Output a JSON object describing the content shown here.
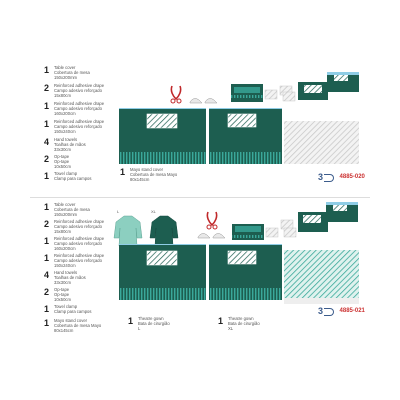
{
  "top": {
    "items": [
      {
        "qty": "1",
        "lines": [
          "Table cover",
          "Cobertura de mesa",
          "150x200mm"
        ]
      },
      {
        "qty": "2",
        "lines": [
          "Reinforced adhesive drape",
          "Campo adesivo reforçado",
          "15x80cm"
        ]
      },
      {
        "qty": "1",
        "lines": [
          "Reinforced adhesive drape",
          "Campo adesivo reforçado",
          "160x200cm"
        ]
      },
      {
        "qty": "1",
        "lines": [
          "Reinforced adhesive drape",
          "Campo adesivo reforçado",
          "150x240cm"
        ]
      },
      {
        "qty": "4",
        "lines": [
          "Hand towels",
          "Toalhas de mãos",
          "33x30cm"
        ]
      },
      {
        "qty": "2",
        "lines": [
          "Op-tape",
          "Op-tape",
          "10x50cm"
        ]
      },
      {
        "qty": "1",
        "lines": [
          "Towel clamp",
          "Clamp para campos"
        ]
      }
    ],
    "mid_item": {
      "qty": "1",
      "lines": [
        "Mayo stand cover",
        "Cobertura de mesa Mayo",
        "80x145cm"
      ]
    },
    "code": "4885-020"
  },
  "bottom": {
    "items": [
      {
        "qty": "1",
        "lines": [
          "Table cover",
          "Cobertura de mesa",
          "150x200mm"
        ]
      },
      {
        "qty": "2",
        "lines": [
          "Reinforced adhesive drape",
          "Campo adesivo reforçado",
          "15x80cm"
        ]
      },
      {
        "qty": "1",
        "lines": [
          "Reinforced adhesive drape",
          "Campo adesivo reforçado",
          "160x200cm"
        ]
      },
      {
        "qty": "1",
        "lines": [
          "Reinforced adhesive drape",
          "Campo adesivo reforçado",
          "150x240cm"
        ]
      },
      {
        "qty": "4",
        "lines": [
          "Hand towels",
          "Toalhas de mãos",
          "33x30cm"
        ]
      },
      {
        "qty": "2",
        "lines": [
          "Op-tape",
          "Op-tape",
          "10x50cm"
        ]
      },
      {
        "qty": "1",
        "lines": [
          "Towel clamp",
          "Clamp para campos"
        ]
      },
      {
        "qty": "1",
        "lines": [
          "Mayo stand cover",
          "Cobertura de mesa Mayo",
          "80x145cm"
        ]
      }
    ],
    "gown_items": [
      {
        "qty": "1",
        "lines": [
          "Theatre gown",
          "Bata de cirurgião",
          "L"
        ]
      },
      {
        "qty": "1",
        "lines": [
          "Theatre gown",
          "Bata de cirurgião",
          "XL"
        ]
      }
    ],
    "gown_labels": [
      "L",
      "XL"
    ],
    "code": "4885-021"
  },
  "brand": "3",
  "colors": {
    "drape": "#1d5e50",
    "drape_stripe": "#3aa89a",
    "light_blue": "#7ec4e0",
    "hatch_gray": "#d8d8d8",
    "clamp_red": "#c0282a",
    "gown": "#7fc8b8",
    "code_red": "#cc3333"
  }
}
